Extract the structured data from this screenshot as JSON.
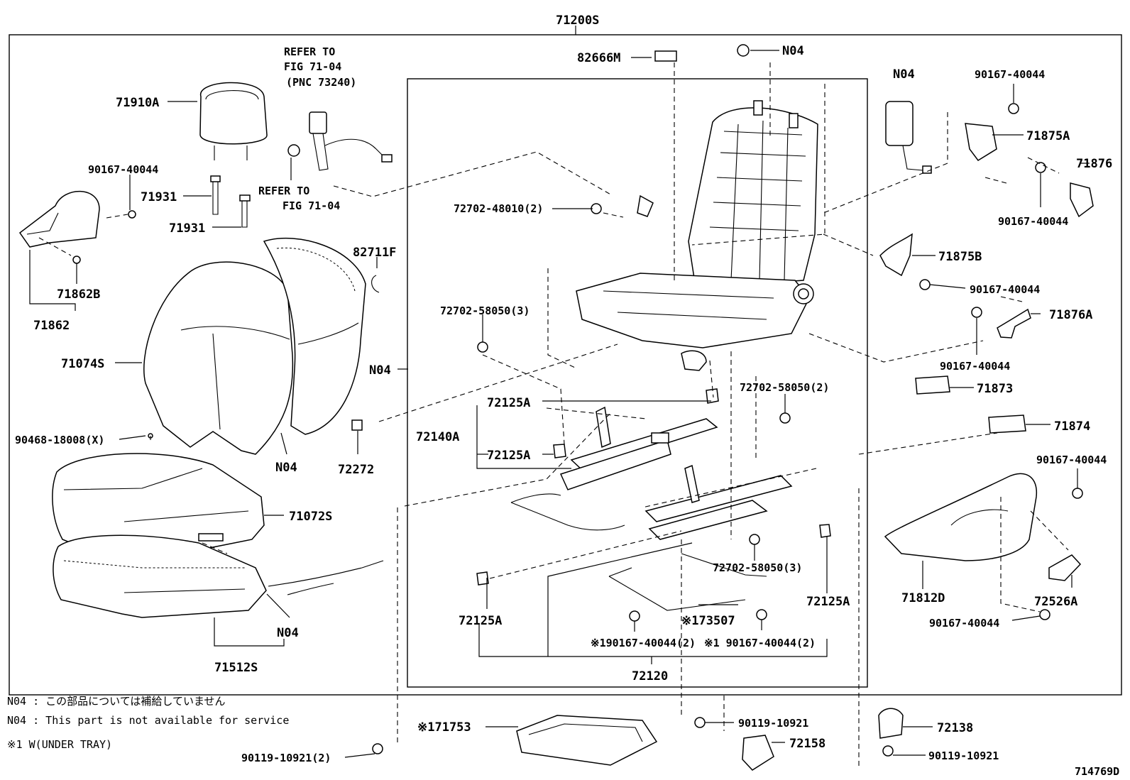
{
  "diagram": {
    "assembly_code": "71200S",
    "figure_code": "714769D"
  },
  "labels": {
    "l_82666M": "82666M",
    "l_N04_top": "N04",
    "l_refer1_a": "REFER TO",
    "l_refer1_b": "FIG 71-04",
    "l_refer1_c": "(PNC 73240)",
    "l_refer2_a": "REFER TO",
    "l_refer2_b": "FIG 71-04",
    "l_71910A": "71910A",
    "l_90167_hl": "90167-40044",
    "l_71931_a": "71931",
    "l_71931_b": "71931",
    "l_71862B": "71862B",
    "l_71862": "71862",
    "l_82711F": "82711F",
    "l_71074S": "71074S",
    "l_N04_back": "N04",
    "l_N04_mid": "N04",
    "l_72272": "72272",
    "l_90468": "90468-18008(X)",
    "l_71072S": "71072S",
    "l_N04_cush": "N04",
    "l_71512S": "71512S",
    "l_72702_48010": "72702-48010(2)",
    "l_72702_58050_3a": "72702-58050(3)",
    "l_72702_58050_2": "72702-58050(2)",
    "l_72702_58050_3b": "72702-58050(3)",
    "l_72125A_1": "72125A",
    "l_72140A": "72140A",
    "l_72125A_2": "72125A",
    "l_72125A_3": "72125A",
    "l_72125A_4": "72125A",
    "l_173507": "※173507",
    "l_190167": "※190167-40044(2)",
    "l_1_90167": "※1 90167-40044(2)",
    "l_72120": "72120",
    "l_N04_side": "N04",
    "l_90167_r1": "90167-40044",
    "l_71875A": "71875A",
    "l_71876": "71876",
    "l_90167_r2": "90167-40044",
    "l_71875B": "71875B",
    "l_90167_r3": "90167-40044",
    "l_71876A": "71876A",
    "l_90167_r4": "90167-40044",
    "l_71873": "71873",
    "l_71874": "71874",
    "l_90167_r5": "90167-40044",
    "l_71812D": "71812D",
    "l_72526A": "72526A",
    "l_90167_r6": "90167-40044",
    "l_171753": "※171753",
    "l_90119_2": "90119-10921(2)",
    "l_90119_a": "90119-10921",
    "l_72158": "72158",
    "l_72138": "72138",
    "l_90119_b": "90119-10921"
  },
  "notes": {
    "n1": "N04 : この部品については補給していません",
    "n2": "N04 : This part is not available for service",
    "n3": "※1  W(UNDER TRAY)"
  }
}
